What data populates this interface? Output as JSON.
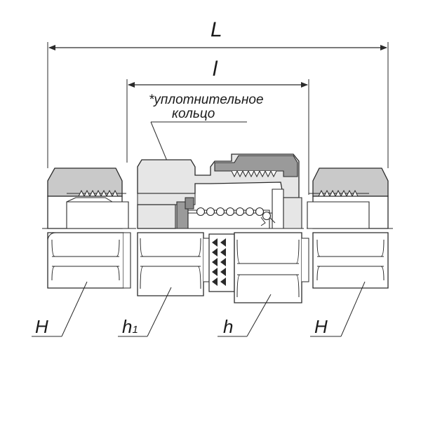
{
  "drawing": {
    "dim_overall": "L",
    "dim_inner": "l",
    "seal_note_line1": "*уплотнительное",
    "seal_note_line2": "кольцо",
    "label_nut_left": "H",
    "label_body_main": "h",
    "label_body_sub": "1",
    "label_body2": "h",
    "label_nut_right": "H"
  },
  "colors": {
    "outline": "#2a2a2a",
    "section_fill": "#c9c9c9",
    "dark_fill": "#9a9a9a",
    "light_fill": "#e6e6e6",
    "seal_fill": "#8c8c8c"
  }
}
